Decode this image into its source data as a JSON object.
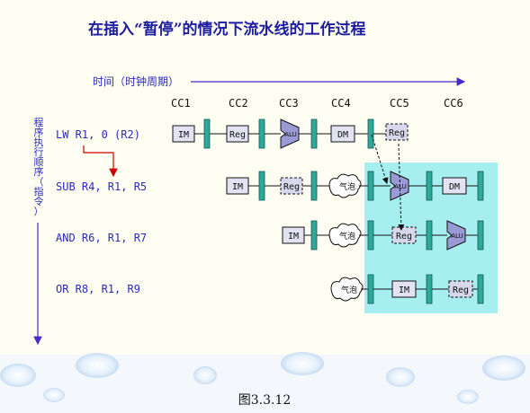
{
  "title": "在插入“暂停”的情况下流水线的工作过程",
  "time_axis_label": "时间（时钟周期）",
  "order_axis_chars": [
    "程",
    "序",
    "执",
    "行",
    "顺",
    "序",
    "（",
    "指",
    "令",
    "）"
  ],
  "cycles": [
    "CC1",
    "CC2",
    "CC3",
    "CC4",
    "CC5",
    "CC6"
  ],
  "instructions": [
    "LW R1, 0 (R2)",
    "SUB R4, R1, R5",
    "AND R6, R1, R7",
    "OR R8, R1, R9"
  ],
  "stages": {
    "im": "IM",
    "reg": "Reg",
    "alu": "ALU",
    "dm": "DM",
    "bubble": "气泡"
  },
  "caption": "图3.3.12",
  "colors": {
    "title": "#1c1ca0",
    "axis": "#4a2acb",
    "label": "#2a2ac0",
    "latch": "#2ea89a",
    "stall_region": "#a6eef0",
    "forward_arrow": "#cc0000",
    "bubble_fill": "#ffffff"
  }
}
